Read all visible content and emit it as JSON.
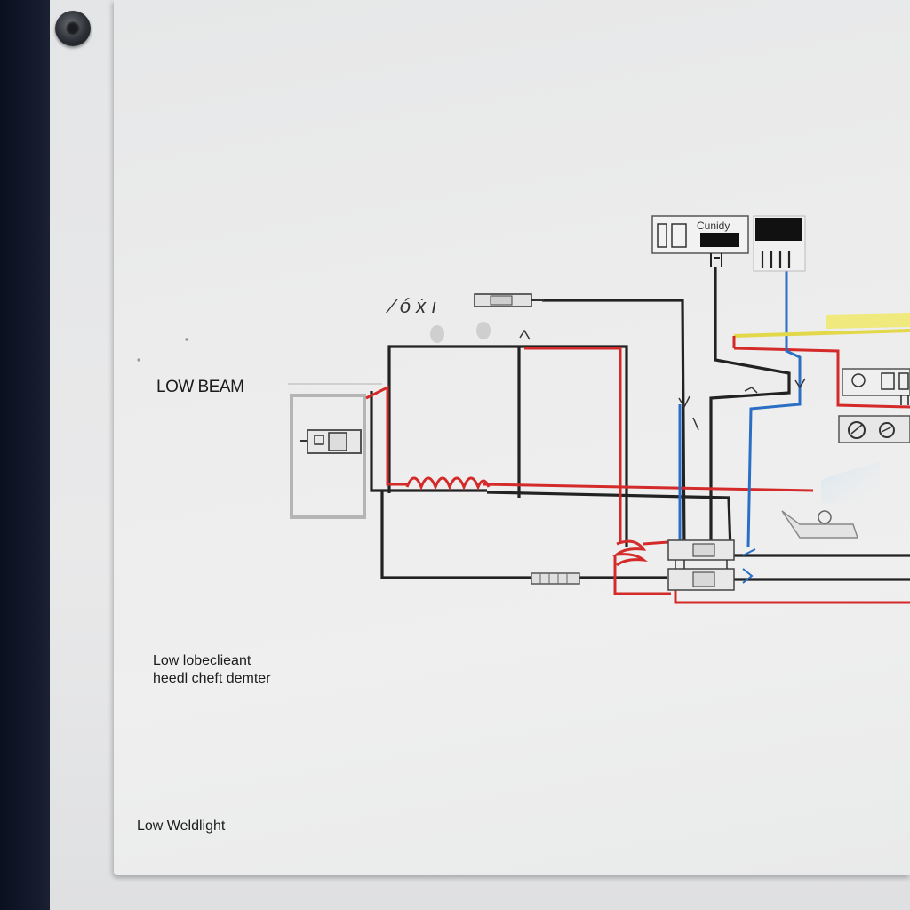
{
  "labels": {
    "low_beam": "LOW BEAM",
    "caption_line1": "Low lobeclieant",
    "caption_line2": "heedl cheft demter",
    "footer": "Low Weldlight",
    "top_box_text": "Cunidy",
    "top_marks": "⁄ ó ẋ ı"
  },
  "colors": {
    "wire_black": "#222222",
    "wire_red": "#d42a2a",
    "wire_blue": "#2a6fc4",
    "wire_yellow": "#e2d84a",
    "wire_gray": "#b8b8b8",
    "paper": "#ececec"
  },
  "icons": {
    "pin": "push-pin-icon"
  }
}
